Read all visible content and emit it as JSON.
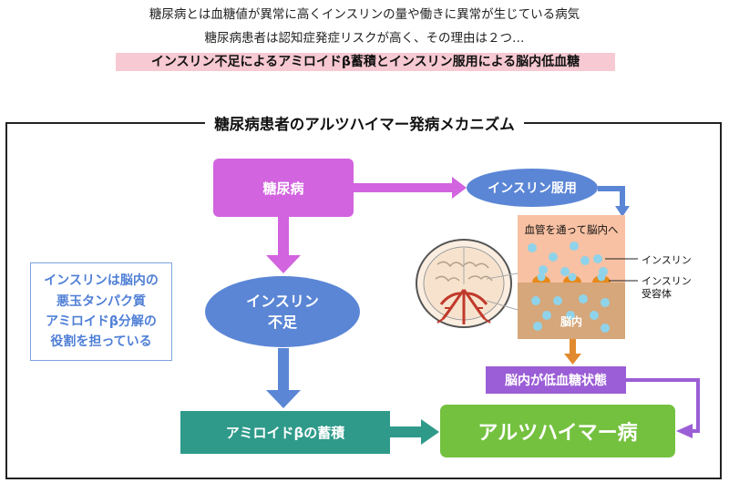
{
  "intro": {
    "line1": "糖尿病とは血糖値が異常に高くインスリンの量や働きに異常が生じている病気",
    "line2": "糖尿病患者は認知症発症リスクが高く、その理由は２つ…",
    "highlight": "インスリン不足によるアミロイドβ蓄積とインスリン服用による脳内低血糖"
  },
  "diagram": {
    "title": "糖尿病患者のアルツハイマー発病メカニズム",
    "diabetes": "糖尿病",
    "insulin_use": "インスリン服用",
    "insulin_lack_1": "インスリン",
    "insulin_lack_2": "不足",
    "amyloid": "アミロイドβの蓄積",
    "alzheimer": "アルツハイマー病",
    "hypoglycemia": "脳内が低血糖状態",
    "note": [
      "インスリンは脳内の",
      "悪玉タンパク質",
      "アミロイドβ分解の",
      "役割を担っている"
    ],
    "vessel_label": "血管を通って脳内へ",
    "brain_label": "脳内",
    "legend_insulin": "インスリン",
    "legend_receptor_1": "インスリン",
    "legend_receptor_2": "受容体"
  },
  "colors": {
    "diabetes": "#d264df",
    "insulin": "#5b86d6",
    "amyloid": "#2f9a8a",
    "alzheimer": "#74c13f",
    "hypoglycemia": "#9b5ed6",
    "highlight": "#f7c9d2"
  }
}
